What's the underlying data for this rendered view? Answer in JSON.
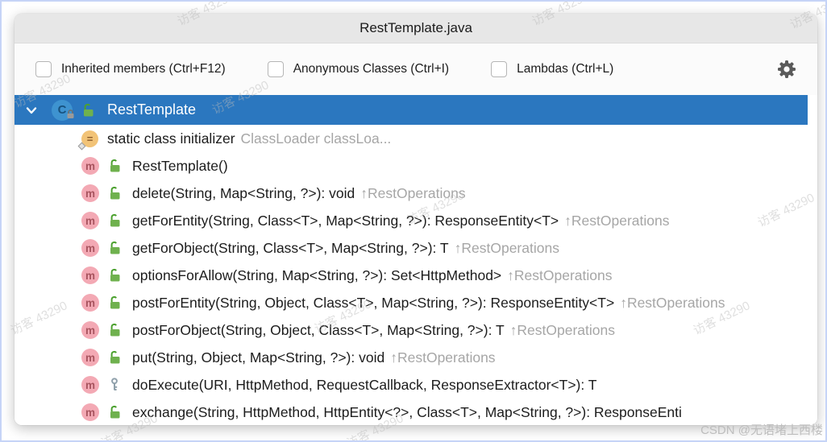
{
  "window": {
    "title": "RestTemplate.java"
  },
  "toolbar": {
    "checkboxes": [
      {
        "label": "Inherited members (Ctrl+F12)",
        "checked": false
      },
      {
        "label": "Anonymous Classes (Ctrl+I)",
        "checked": false
      },
      {
        "label": "Lambdas (Ctrl+L)",
        "checked": false
      }
    ]
  },
  "tree": {
    "root": {
      "name": "RestTemplate",
      "expanded": true,
      "selected": true
    },
    "items": [
      {
        "signature": "static class initializer",
        "detail": "ClassLoader classLoa..."
      },
      {
        "signature": "RestTemplate()"
      },
      {
        "signature": "delete(String, Map<String, ?>): void",
        "inherited": "↑RestOperations"
      },
      {
        "signature": "getForEntity(String, Class<T>, Map<String, ?>): ResponseEntity<T>",
        "inherited": "↑RestOperations"
      },
      {
        "signature": "getForObject(String, Class<T>, Map<String, ?>): T",
        "inherited": "↑RestOperations"
      },
      {
        "signature": "optionsForAllow(String, Map<String, ?>): Set<HttpMethod>",
        "inherited": "↑RestOperations"
      },
      {
        "signature": "postForEntity(String, Object, Class<T>, Map<String, ?>): ResponseEntity<T>",
        "inherited": "↑RestOperations"
      },
      {
        "signature": "postForObject(String, Object, Class<T>, Map<String, ?>): T",
        "inherited": "↑RestOperations"
      },
      {
        "signature": "put(String, Object, Map<String, ?>): void",
        "inherited": "↑RestOperations"
      },
      {
        "signature": "doExecute(URI, HttpMethod, RequestCallback, ResponseExtractor<T>): T"
      },
      {
        "signature": "exchange(String, HttpMethod, HttpEntity<?>, Class<T>, Map<String, ?>): ResponseEnti"
      }
    ]
  },
  "icons": {
    "class_letter": "C",
    "method_letter": "m",
    "static_init_symbol": "="
  },
  "colors": {
    "selection_blue": "#2b77bf",
    "method_pink": "#f3a9b4",
    "lock_green": "#6fb14e",
    "class_blue": "#3e93d0",
    "gray_text": "#a6a6a6"
  },
  "watermarks": {
    "visitor": "访客 43290",
    "csdn": "CSDN @无语堵上西楼"
  }
}
